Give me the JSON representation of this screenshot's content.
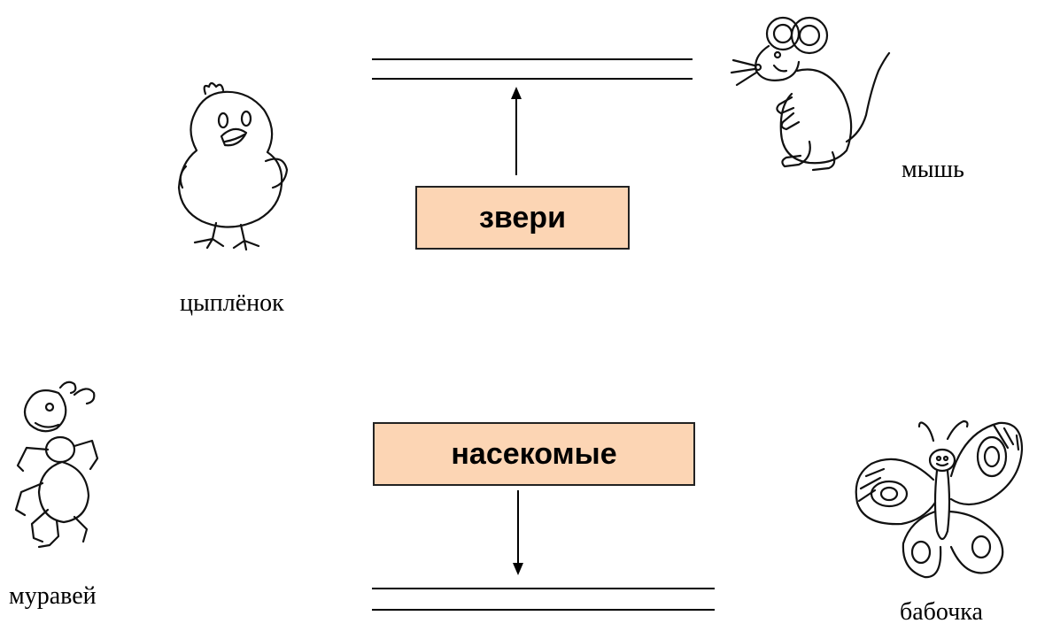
{
  "categories": {
    "top": "звери",
    "bottom": "насекомые"
  },
  "animals": {
    "chick": "цыплёнок",
    "mouse": "мышь",
    "ant": "муравей",
    "butterfly": "бабочка"
  },
  "colors": {
    "box_fill": "#fcd5b4",
    "box_border": "#222222"
  },
  "icons": {
    "chick": "chick-icon",
    "mouse": "mouse-icon",
    "ant": "ant-icon",
    "butterfly": "butterfly-icon"
  }
}
